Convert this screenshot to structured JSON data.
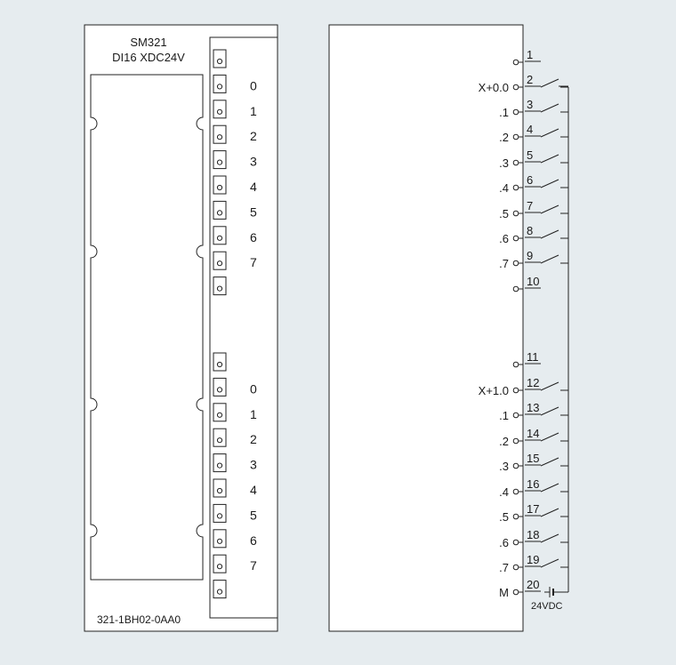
{
  "module": {
    "title": "SM321",
    "subtitle": "DI16 XDC24V",
    "order_number": "321-1BH02-0AA0"
  },
  "status_leds": {
    "group1": [
      "0",
      "1",
      "2",
      "3",
      "4",
      "5",
      "6",
      "7"
    ],
    "group2": [
      "0",
      "1",
      "2",
      "3",
      "4",
      "5",
      "6",
      "7"
    ]
  },
  "wiring": {
    "terminals": [
      {
        "num": "1",
        "label": "",
        "switch": false
      },
      {
        "num": "2",
        "label": "X+0.0",
        "switch": true
      },
      {
        "num": "3",
        "label": ".1",
        "switch": true
      },
      {
        "num": "4",
        "label": ".2",
        "switch": true
      },
      {
        "num": "5",
        "label": ".3",
        "switch": true
      },
      {
        "num": "6",
        "label": ".4",
        "switch": true
      },
      {
        "num": "7",
        "label": ".5",
        "switch": true
      },
      {
        "num": "8",
        "label": ".6",
        "switch": true
      },
      {
        "num": "9",
        "label": ".7",
        "switch": true
      },
      {
        "num": "10",
        "label": "",
        "switch": false
      },
      {
        "num": "11",
        "label": "",
        "switch": false
      },
      {
        "num": "12",
        "label": "X+1.0",
        "switch": true
      },
      {
        "num": "13",
        "label": ".1",
        "switch": true
      },
      {
        "num": "14",
        "label": ".2",
        "switch": true
      },
      {
        "num": "15",
        "label": ".3",
        "switch": true
      },
      {
        "num": "16",
        "label": ".4",
        "switch": true
      },
      {
        "num": "17",
        "label": ".5",
        "switch": true
      },
      {
        "num": "18",
        "label": ".6",
        "switch": true
      },
      {
        "num": "19",
        "label": ".7",
        "switch": true
      },
      {
        "num": "20",
        "label": "M",
        "switch": false
      }
    ],
    "supply_label": "24VDC"
  },
  "colors": {
    "background": "#e6ecef",
    "panel": "#ffffff",
    "line": "#222222"
  }
}
